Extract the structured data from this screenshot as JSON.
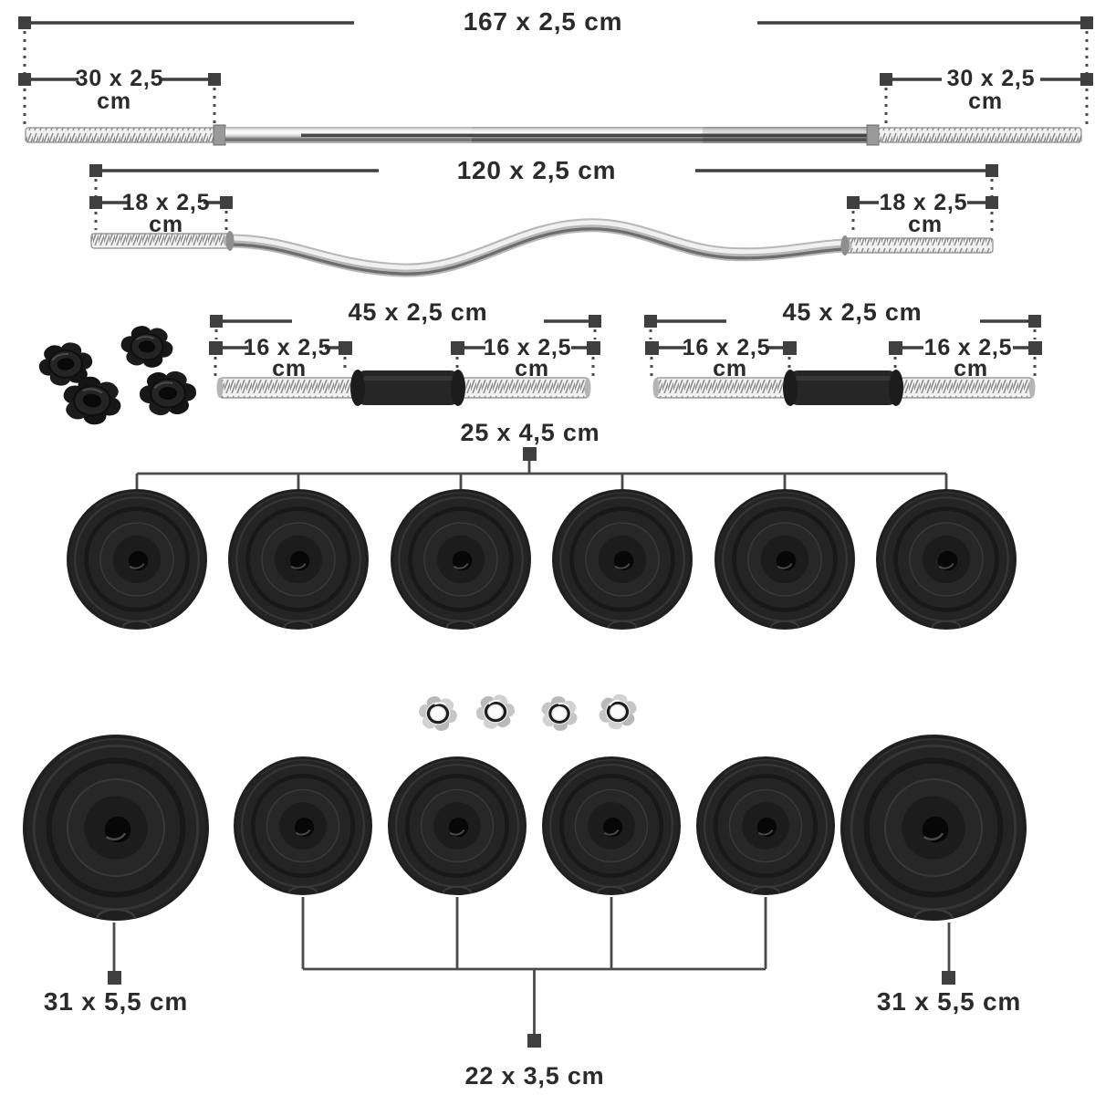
{
  "diagram": {
    "background_color": "#ffffff",
    "text_color": "#2b2b2b",
    "dimension_color": "#3f3f3f",
    "straight_barbell": {
      "total_label": "167 x 2,5 cm",
      "sleeve_label": "30 x 2,5",
      "sleeve_unit": "cm"
    },
    "curl_bar": {
      "total_label": "120 x 2,5 cm",
      "sleeve_label": "18 x 2,5",
      "sleeve_unit": "cm"
    },
    "dumbbell_bars": {
      "count": 2,
      "total_label": "45 x 2,5 cm",
      "sleeve_label": "16 x 2,5",
      "sleeve_unit": "cm"
    },
    "spinlock_collars_black": {
      "count": 4
    },
    "spinlock_nuts_chrome": {
      "count": 4
    },
    "plates_medium": {
      "count": 6,
      "label": "25 x 4,5 cm"
    },
    "plates_large": {
      "count": 2,
      "label": "31 x 5,5 cm"
    },
    "plates_small": {
      "count": 4,
      "label": "22 x 3,5 cm"
    }
  }
}
